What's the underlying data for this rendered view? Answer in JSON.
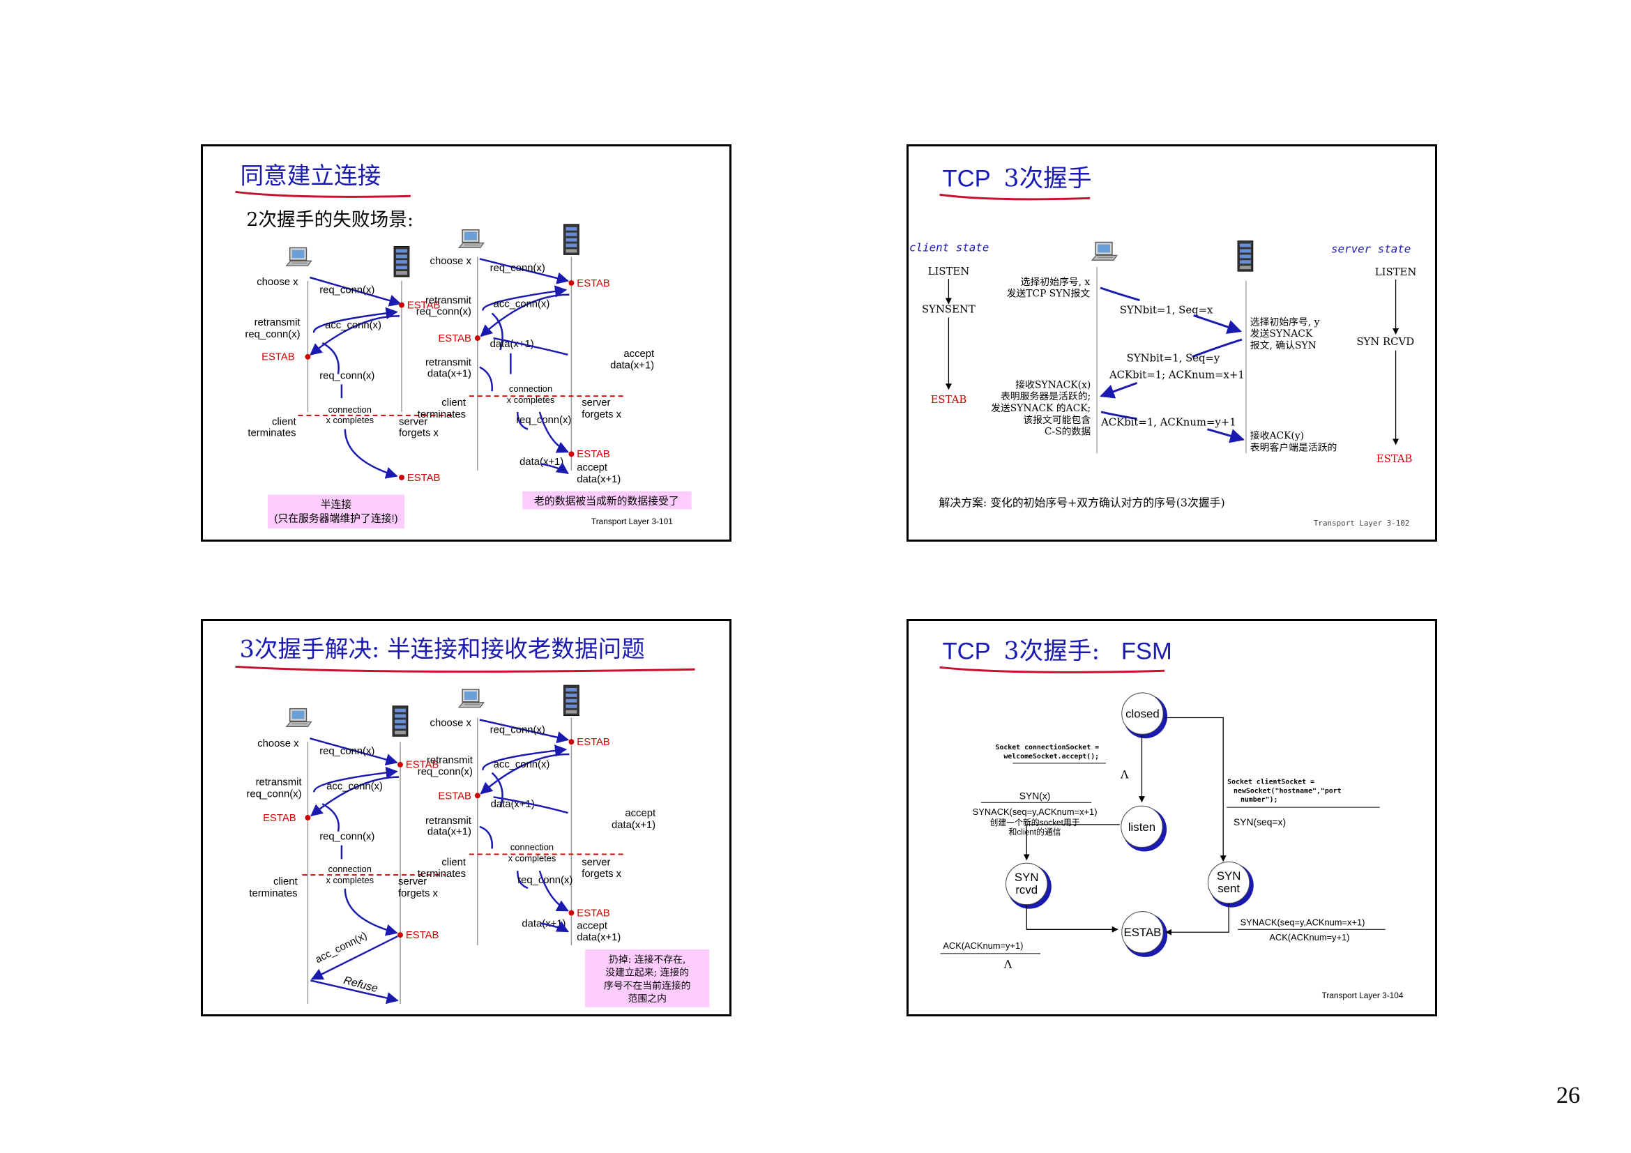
{
  "page_number": "26",
  "colors": {
    "title_blue": "#1a1ab0",
    "underline_red": "#c8102e",
    "estab_red": "#d00000",
    "note_pink": "#ffccff"
  },
  "s1": {
    "title": "同意建立连接",
    "subtitle": "2次握手的失败场景:",
    "left": {
      "choose": "choose x",
      "req1": "req_conn(x)",
      "estab1": "ESTAB",
      "retransmit1": "retransmit",
      "retransmit2": "req_conn(x)",
      "acc": "acc_conn(x)",
      "estab_client": "ESTAB",
      "req2": "req_conn(x)",
      "conn1": "connection",
      "conn2": "x completes",
      "client1": "client",
      "client2": "terminates",
      "server1": "server",
      "server2": "forgets x",
      "estab2": "ESTAB",
      "note1": "半连接",
      "note2": "(只在服务器端维护了连接!)"
    },
    "right": {
      "choose": "choose x",
      "req1": "req_conn(x)",
      "estab1": "ESTAB",
      "retransmit1": "retransmit",
      "retransmit2": "req_conn(x)",
      "acc": "acc_conn(x)",
      "estab_client": "ESTAB",
      "data1": "data(x+1)",
      "accept1": "accept",
      "accept2": "data(x+1)",
      "retransmit3": "retransmit",
      "retransmit4": "data(x+1)",
      "conn1": "connection",
      "conn2": "x completes",
      "client1": "client",
      "client2": "terminates",
      "server1": "server",
      "server2": "forgets x",
      "req2": "req_conn(x)",
      "estab2": "ESTAB",
      "data2": "data(x+1)",
      "accept3": "accept",
      "accept4": "data(x+1)",
      "note": "老的数据被当成新的数据接受了"
    },
    "footer": "Transport Layer   3-101"
  },
  "s2": {
    "title_tcp": "TCP",
    "title_rest": "3次握手",
    "client_state": "client state",
    "server_state": "server state",
    "listen_c": "LISTEN",
    "synsent": "SYNSENT",
    "estab_c": "ESTAB",
    "listen_s": "LISTEN",
    "synrcvd": "SYN RCVD",
    "estab_s": "ESTAB",
    "c_note1": "选择初始序号, x",
    "c_note2": "发送TCP SYN报文",
    "m1": "SYNbit=1, Seq=x",
    "s_note1": "选择初始序号, y",
    "s_note2": "发送SYNACK",
    "s_note3": "报文, 确认SYN",
    "m2a": "SYNbit=1, Seq=y",
    "m2b": "ACKbit=1; ACKnum=x+1",
    "c2_1": "接收SYNACK(x)",
    "c2_2": "表明服务器是活跃的;",
    "c2_3": "发送SYNACK 的ACK;",
    "c2_4": "该报文可能包含",
    "c2_5": "C-S的数据",
    "m3": "ACKbit=1, ACKnum=y+1",
    "s2_1": "接收ACK(y)",
    "s2_2": "表明客户端是活跃的",
    "solution": "解决方案: 变化的初始序号+双方确认对方的序号(3次握手)",
    "footer": "Transport Layer   3-102"
  },
  "s3": {
    "title": "3次握手解决: 半连接和接收老数据问题",
    "left": {
      "choose": "choose x",
      "req1": "req_conn(x)",
      "estab1": "ESTAB",
      "retransmit1": "retransmit",
      "retransmit2": "req_conn(x)",
      "acc": "acc_conn(x)",
      "estab_client": "ESTAB",
      "req2": "req_conn(x)",
      "conn1": "connection",
      "conn2": "x completes",
      "client1": "client",
      "client2": "terminates",
      "server1": "server",
      "server2": "forgets x",
      "estab2": "ESTAB",
      "acc2": "acc_conn(x)",
      "refuse": "Refuse"
    },
    "right": {
      "choose": "choose x",
      "req1": "req_conn(x)",
      "estab1": "ESTAB",
      "retransmit1": "retransmit",
      "retransmit2": "req_conn(x)",
      "acc": "acc_conn(x)",
      "estab_client": "ESTAB",
      "data1": "data(x+1)",
      "accept1": "accept",
      "accept2": "data(x+1)",
      "retransmit3": "retransmit",
      "retransmit4": "data(x+1)",
      "conn1": "connection",
      "conn2": "x completes",
      "client1": "client",
      "client2": "terminates",
      "server1": "server",
      "server2": "forgets x",
      "req2": "req_conn(x)",
      "estab2": "ESTAB",
      "data2": "data(x+1)",
      "accept3": "accept",
      "accept4": "data(x+1)",
      "note1": "扔掉: 连接不存在,",
      "note2": "没建立起来; 连接的",
      "note3": "序号不在当前连接的",
      "note4": "范围之内"
    }
  },
  "s4": {
    "title_tcp": "TCP",
    "title_rest": "3次握手:",
    "title_fsm": "FSM",
    "closed": "closed",
    "listen": "listen",
    "syn_rcvd1": "SYN",
    "syn_rcvd2": "rcvd",
    "syn_sent1": "SYN",
    "syn_sent2": "sent",
    "estab": "ESTAB",
    "accept_code1": "Socket connectionSocket =",
    "accept_code2": "welcomeSocket.accept();",
    "lambda": "Λ",
    "client_code1": "Socket clientSocket =",
    "client_code2": "newSocket(\"hostname\",\"port",
    "client_code3": "number\");",
    "syn_x_client": "SYN(seq=x)",
    "syn_x": "SYN(x)",
    "synack1": "SYNACK(seq=y,ACKnum=x+1)",
    "synack2": "创建一个新的socket用于",
    "synack3": "和client的通信",
    "synack_recv": "SYNACK(seq=y,ACKnum=x+1)",
    "ack_send": "ACK(ACKnum=y+1)",
    "ack_recv": "ACK(ACKnum=y+1)",
    "lambda2": "Λ",
    "footer": "Transport Layer   3-104"
  }
}
